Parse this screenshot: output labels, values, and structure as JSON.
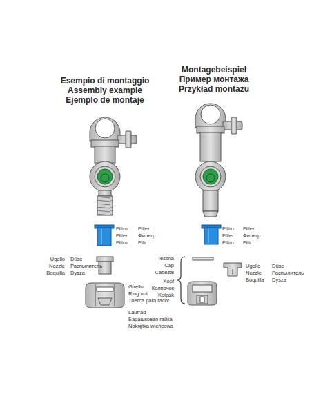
{
  "diagram": {
    "labels": [
      "Esempio di montaggio",
      "Assembly example",
      "Ejemplo de montaje",
      "Montagebeispiel",
      "Пример монтажа",
      "Przykład montażu",
      "Filtro",
      "Filter",
      "Filter",
      "Фильтр",
      "Filtro",
      "Filtr",
      "Ugello",
      "Düse",
      "Nozzle",
      "Распылитель",
      "Boquilla",
      "Dysza",
      "Girello",
      "Ring nut",
      "Tuerca para racor",
      "Laufrad",
      "Барашковая гайка",
      "Nakrętka wieńcowa",
      "Filtro",
      "Filter",
      "Filter",
      "Фильтр",
      "Filtro",
      "Filtr",
      "Testina",
      "Cap",
      "Cabezal",
      "Kopf",
      "Колпачок",
      "Kołpak",
      "Ugello",
      "Düse",
      "Nozzle",
      "Распылитель",
      "Boquilla",
      "Dysza"
    ]
  }
}
